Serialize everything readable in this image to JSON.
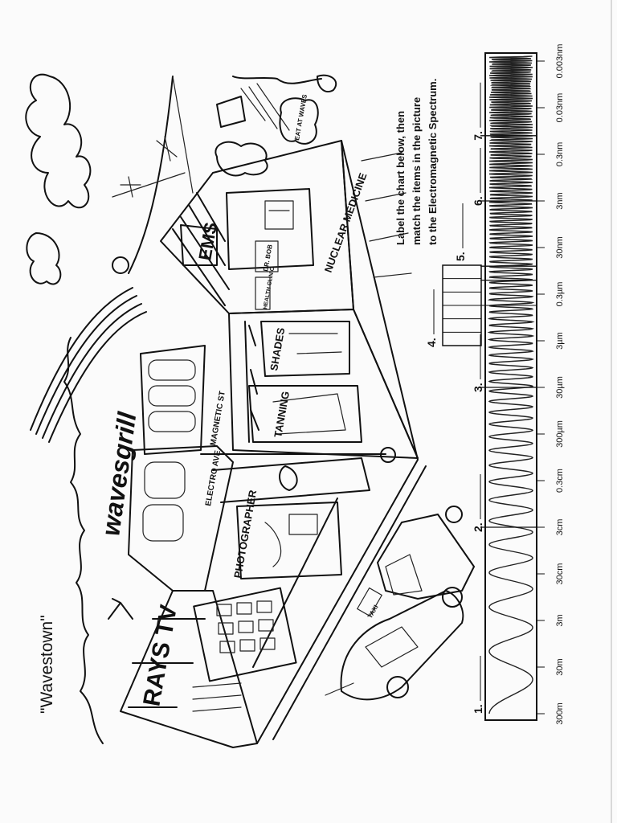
{
  "worksheet": {
    "title": "\"Wavestown\"",
    "instructions": [
      "Label the chart below, then",
      "match the items in the picture",
      "to the Electromagnetic Spectrum."
    ]
  },
  "picture": {
    "signs": {
      "rays_tv": "RAYS TV",
      "waves_grill": "wavesgrill",
      "photographer": "PHOTOGRAPHER",
      "electro_ave": "ELECTRO AVE",
      "magnetic_st": "MAGNETIC ST",
      "tanning": "TANNING",
      "shades": "SHADES",
      "ems": "EMS",
      "health_clinic": "HEALTH CLINIC",
      "dr_bob": "DR. BOB",
      "nuclear_medicine": "NUCLEAR MEDICINE",
      "eat_at_waves": "EAT AT WAVES",
      "taxi": "TAXI"
    }
  },
  "chart": {
    "region_labels": [
      "1.",
      "2.",
      "3.",
      "4.",
      "5.",
      "6.",
      "7."
    ],
    "wavelength_ticks": [
      "300m",
      "30m",
      "3m",
      "30cm",
      "3cm",
      "0.3cm",
      "300µm",
      "30µm",
      "3µm",
      "0.3µm",
      "30nm",
      "3nm",
      "0.3nm",
      "0.03nm",
      "0.003nm"
    ]
  }
}
